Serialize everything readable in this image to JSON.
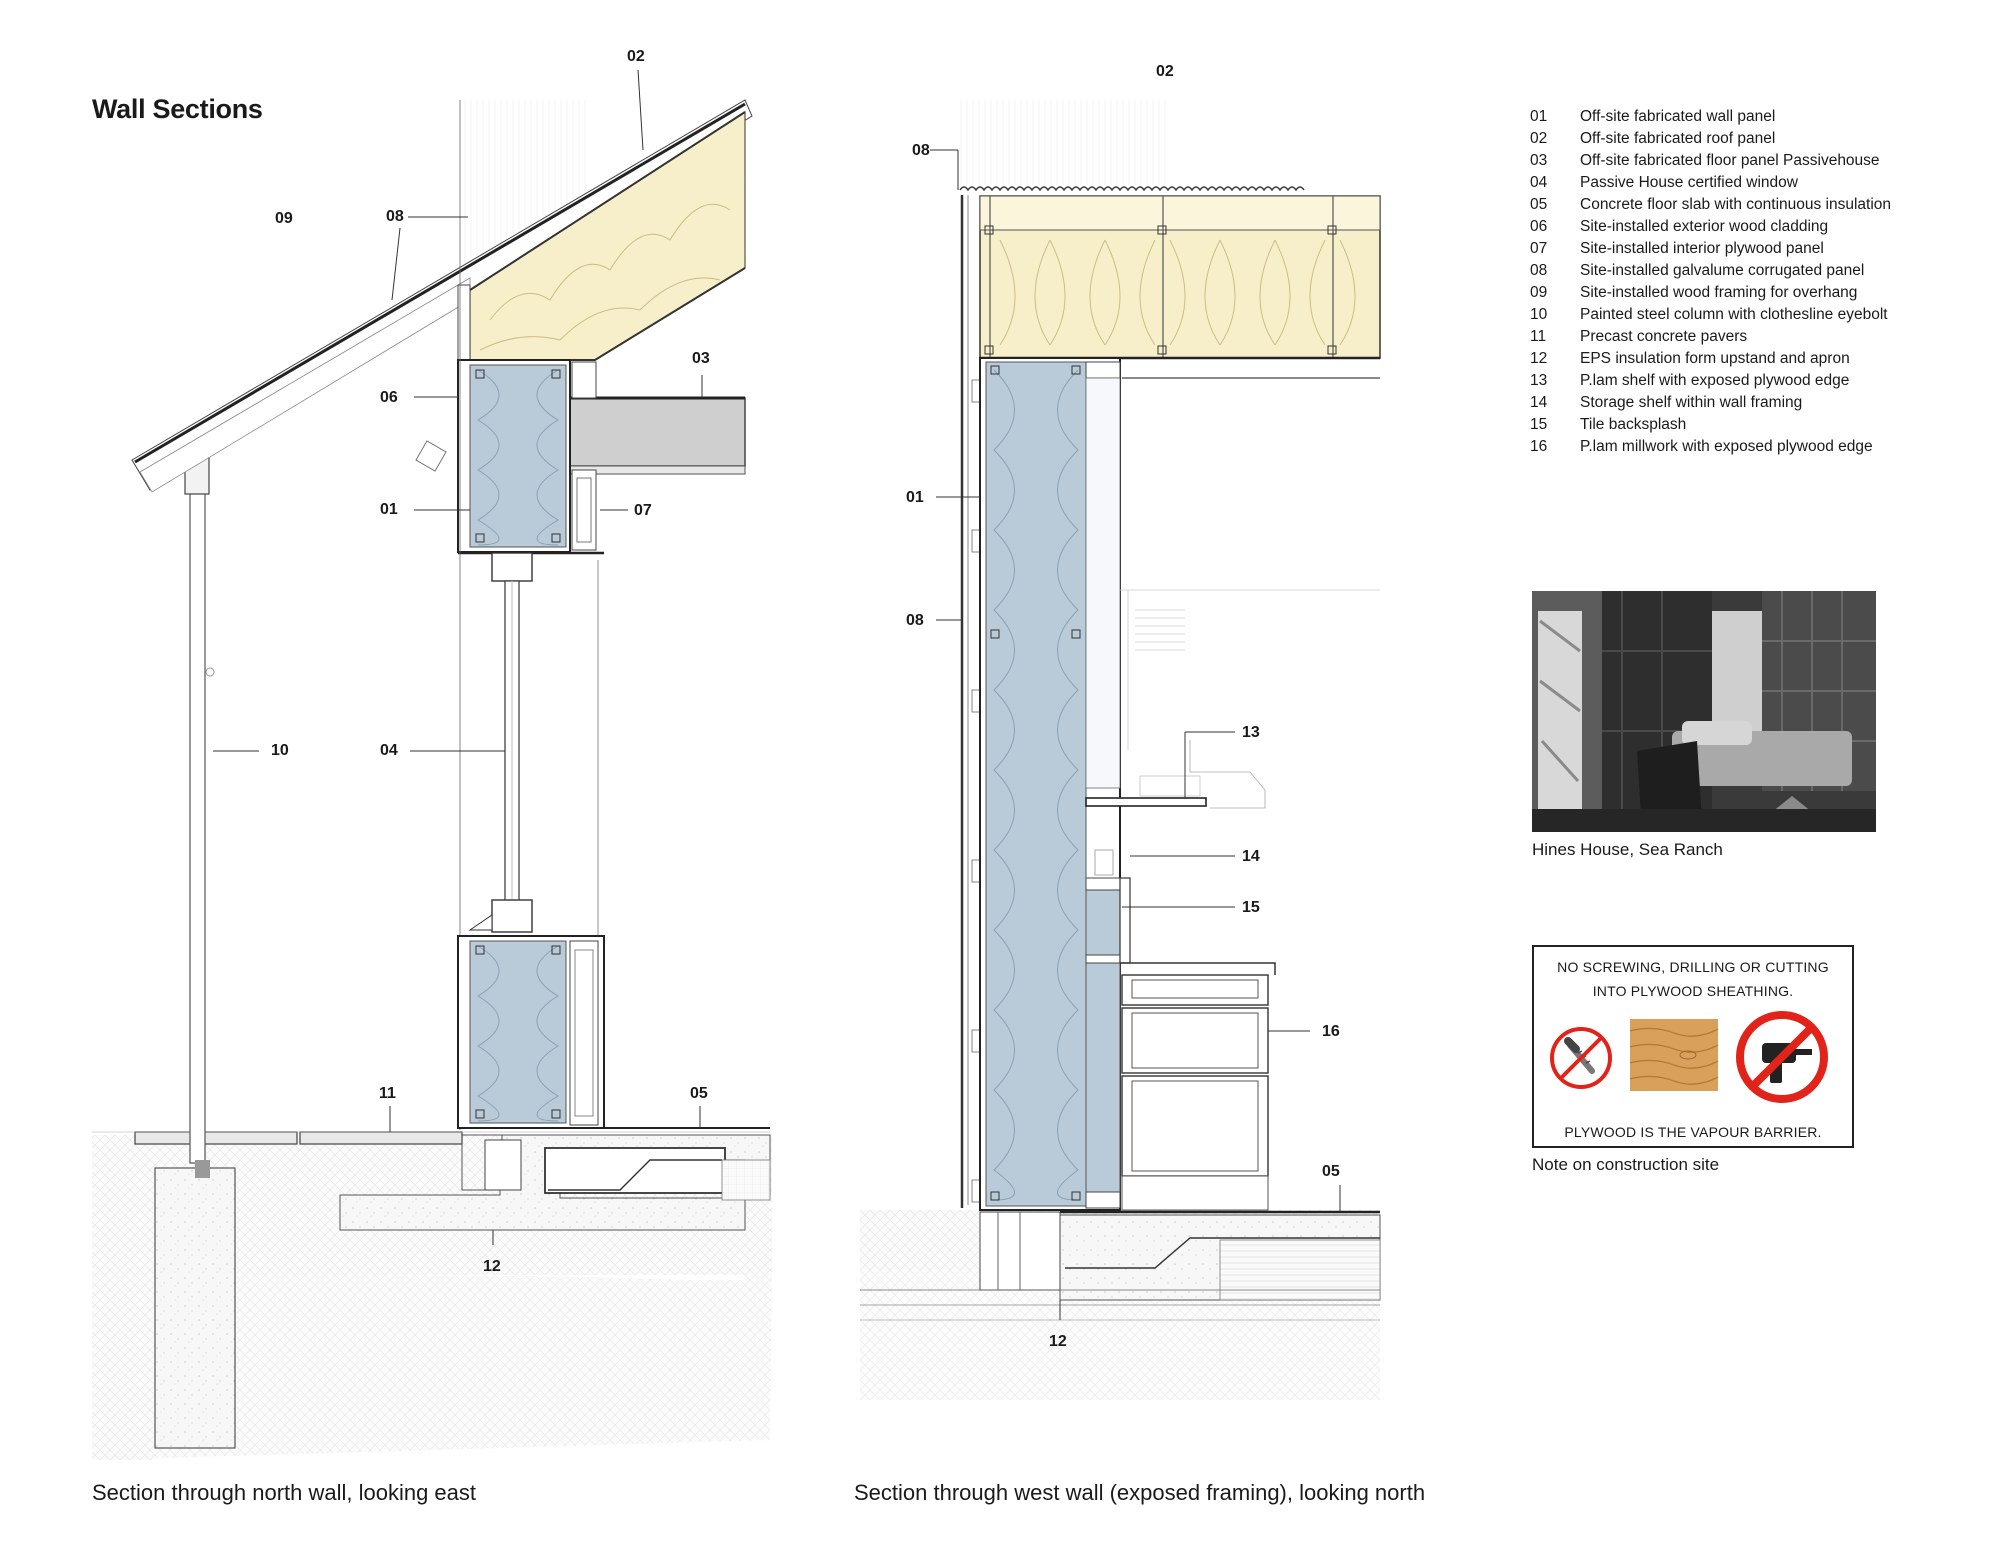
{
  "page": {
    "title": "Wall Sections"
  },
  "north_section": {
    "caption": "Section through north wall, looking east",
    "callouts": [
      "02",
      "09",
      "08",
      "03",
      "06",
      "01",
      "07",
      "10",
      "04",
      "11",
      "05",
      "12"
    ]
  },
  "west_section": {
    "caption": "Section through west wall (exposed framing), looking north",
    "callouts": [
      "02",
      "08",
      "01",
      "08",
      "13",
      "14",
      "15",
      "16",
      "05",
      "12"
    ]
  },
  "legend": [
    {
      "num": "01",
      "text": "Off-site fabricated wall panel"
    },
    {
      "num": "02",
      "text": "Off-site fabricated roof panel"
    },
    {
      "num": "03",
      "text": "Off-site fabricated floor panel Passivehouse"
    },
    {
      "num": "04",
      "text": "Passive House certified window"
    },
    {
      "num": "05",
      "text": "Concrete floor slab with continuous insulation"
    },
    {
      "num": "06",
      "text": "Site-installed exterior wood cladding"
    },
    {
      "num": "07",
      "text": "Site-installed interior plywood panel"
    },
    {
      "num": "08",
      "text": "Site-installed galvalume corrugated panel"
    },
    {
      "num": "09",
      "text": "Site-installed wood framing for overhang"
    },
    {
      "num": "10",
      "text": "Painted steel column with clothesline eyebolt"
    },
    {
      "num": "11",
      "text": "Precast concrete pavers"
    },
    {
      "num": "12",
      "text": "EPS insulation form upstand and apron"
    },
    {
      "num": "13",
      "text": "P.lam shelf with exposed plywood edge"
    },
    {
      "num": "14",
      "text": "Storage shelf within wall framing"
    },
    {
      "num": "15",
      "text": "Tile backsplash"
    },
    {
      "num": "16",
      "text": "P.lam millwork with exposed plywood edge"
    }
  ],
  "photo": {
    "caption": "Hines House, Sea Ranch"
  },
  "sign": {
    "top_line1": "NO SCREWING, DRILLING OR CUTTING",
    "top_line2": "INTO PLYWOOD SHEATHING.",
    "bottom_line": "PLYWOOD IS THE VAPOUR BARRIER.",
    "caption": "Note on construction site"
  },
  "colors": {
    "insulation_yellow": "#f7efc9",
    "insulation_blue": "#b9cbd9",
    "steel_grey": "#cfcfcf",
    "line": "#333333",
    "prohibition_red": "#e2231a",
    "plywood": "#d9a05b"
  }
}
